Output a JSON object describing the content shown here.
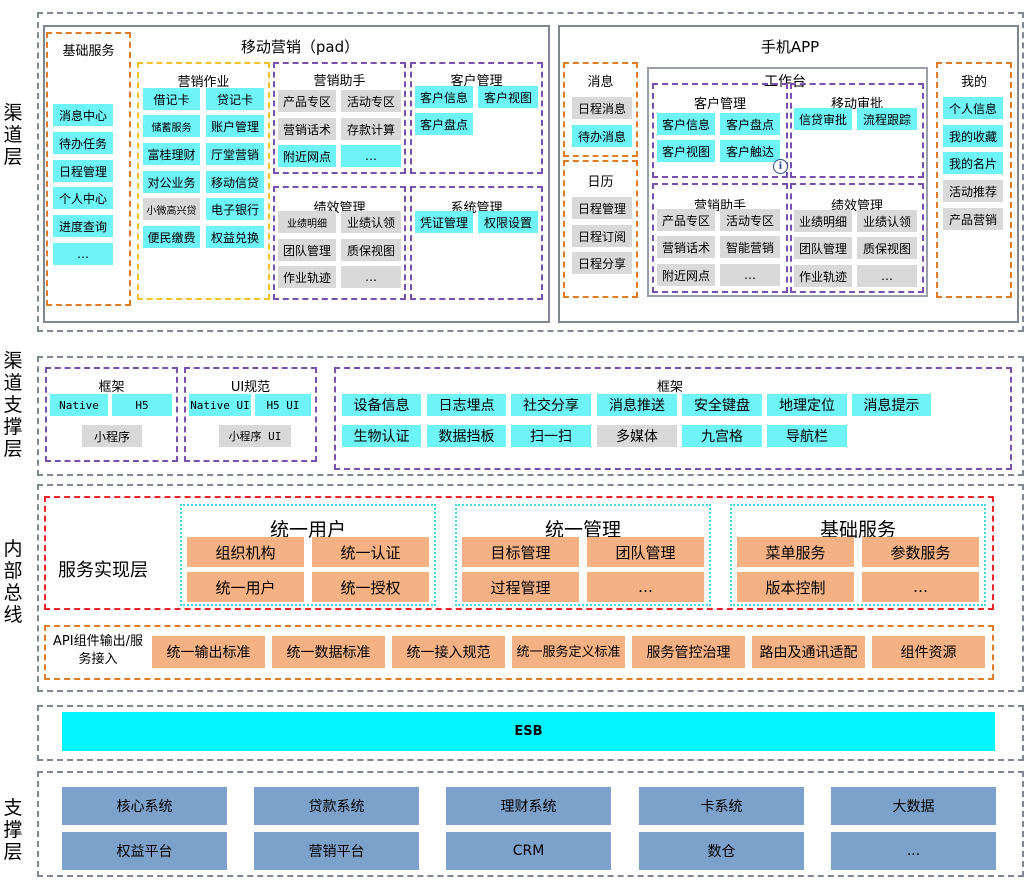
{
  "layers": {
    "channel": "渠道层",
    "channel_support": "渠道支撑层",
    "internal_bus": "内部总线",
    "support": "支撑层"
  },
  "pad": {
    "title": "移动营销（pad）",
    "basic_service": {
      "title": "基础服务",
      "items": [
        "消息中心",
        "待办任务",
        "日程管理",
        "个人中心",
        "进度查询",
        "…"
      ]
    },
    "marketing_ops": {
      "title": "营销作业",
      "items": [
        "借记卡",
        "贷记卡",
        "储蓄服务",
        "账户管理",
        "富桂理财",
        "厅堂营销",
        "对公业务",
        "移动信贷",
        "小微高兴贷",
        "电子银行",
        "便民缴费",
        "权益兑换"
      ]
    },
    "marketing_assistant": {
      "title": "营销助手",
      "items": [
        "产品专区",
        "活动专区",
        "营销话术",
        "存款计算",
        "附近网点",
        "…"
      ]
    },
    "customer_mgmt": {
      "title": "客户管理",
      "items": [
        "客户信息",
        "客户视图",
        "客户盘点"
      ]
    },
    "performance_mgmt": {
      "title": "绩效管理",
      "items": [
        "业绩明细",
        "业绩认领",
        "团队管理",
        "质保视图",
        "作业轨迹",
        "…"
      ]
    },
    "system_mgmt": {
      "title": "系统管理",
      "items": [
        "凭证管理",
        "权限设置"
      ]
    }
  },
  "app": {
    "title": "手机APP",
    "message": {
      "title": "消息",
      "items": [
        "日程消息",
        "待办消息"
      ]
    },
    "calendar": {
      "title": "日历",
      "items": [
        "日程管理",
        "日程订阅",
        "日程分享"
      ]
    },
    "workbench": {
      "title": "工作台",
      "customer_mgmt": {
        "title": "客户管理",
        "items": [
          "客户信息",
          "客户盘点",
          "客户视图",
          "客户触达"
        ]
      },
      "mobile_approval": {
        "title": "移动审批",
        "items": [
          "信贷审批",
          "流程跟踪"
        ]
      },
      "marketing_assistant": {
        "title": "营销助手",
        "items": [
          "产品专区",
          "活动专区",
          "营销话术",
          "智能营销",
          "附近网点",
          "…"
        ]
      },
      "performance_mgmt": {
        "title": "绩效管理",
        "items": [
          "业绩明细",
          "业绩认领",
          "团队管理",
          "质保视图",
          "作业轨迹",
          "…"
        ]
      }
    },
    "mine": {
      "title": "我的",
      "items": [
        "个人信息",
        "我的收藏",
        "我的名片",
        "活动推荐",
        "产品营销"
      ]
    }
  },
  "support_layer": {
    "framework_left": {
      "title": "框架",
      "items": [
        "Native",
        "H5",
        "小程序"
      ]
    },
    "ui_spec": {
      "title": "UI规范",
      "items": [
        "Native UI",
        "H5 UI",
        "小程序 UI"
      ]
    },
    "framework_right": {
      "title": "框架",
      "items": [
        "设备信息",
        "日志埋点",
        "社交分享",
        "消息推送",
        "安全键盘",
        "地理定位",
        "消息提示",
        "生物认证",
        "数据挡板",
        "扫一扫",
        "多媒体",
        "九宫格",
        "导航栏"
      ]
    }
  },
  "bus": {
    "service_impl": "服务实现层",
    "unified_user": {
      "title": "统一用户",
      "items": [
        "组织机构",
        "统一认证",
        "统一用户",
        "统一授权"
      ]
    },
    "unified_mgmt": {
      "title": "统一管理",
      "items": [
        "目标管理",
        "团队管理",
        "过程管理",
        "…"
      ]
    },
    "basic_services": {
      "title": "基础服务",
      "items": [
        "菜单服务",
        "参数服务",
        "版本控制",
        "…"
      ]
    },
    "api_label": "API组件输出/服务接入",
    "api_items": [
      "统一输出标准",
      "统一数据标准",
      "统一接入规范",
      "统一服务定义标准",
      "服务管控治理",
      "路由及通讯适配",
      "组件资源"
    ]
  },
  "esb": "ESB",
  "systems": [
    "核心系统",
    "贷款系统",
    "理财系统",
    "卡系统",
    "大数据",
    "权益平台",
    "营销平台",
    "CRM",
    "数仓",
    "..."
  ],
  "colors": {
    "cyan": "#6ef3f7",
    "gray": "#d9d9d9",
    "peach": "#f4b183",
    "steel": "#7ca1cb",
    "esb": "#00f5ff"
  }
}
